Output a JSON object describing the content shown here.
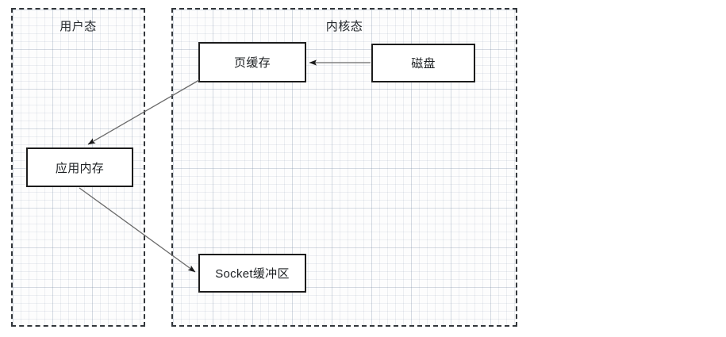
{
  "diagram": {
    "title_regions": {
      "user_mode": "用户态",
      "kernel_mode": "内核态"
    },
    "nodes": [
      {
        "id": "page-cache",
        "label": "页缓存",
        "region": "kernel"
      },
      {
        "id": "disk",
        "label": "磁盘",
        "region": "kernel"
      },
      {
        "id": "app-memory",
        "label": "应用内存",
        "region": "user"
      },
      {
        "id": "socket-buffer",
        "label": "Socket缓冲区",
        "region": "kernel"
      }
    ],
    "edges": [
      {
        "from": "disk",
        "to": "page-cache",
        "label": "",
        "style": "solid-arrow"
      },
      {
        "from": "page-cache",
        "to": "app-memory",
        "label": "",
        "style": "solid-arrow"
      },
      {
        "from": "app-memory",
        "to": "socket-buffer",
        "label": "",
        "style": "solid-arrow"
      }
    ],
    "colors": {
      "node_border": "#1c1c1c",
      "node_fill": "#ffffff",
      "region_border": "#33373b",
      "edge": "#5f5f5f",
      "text": "#1d2023",
      "canvas": "#ffffff"
    }
  }
}
